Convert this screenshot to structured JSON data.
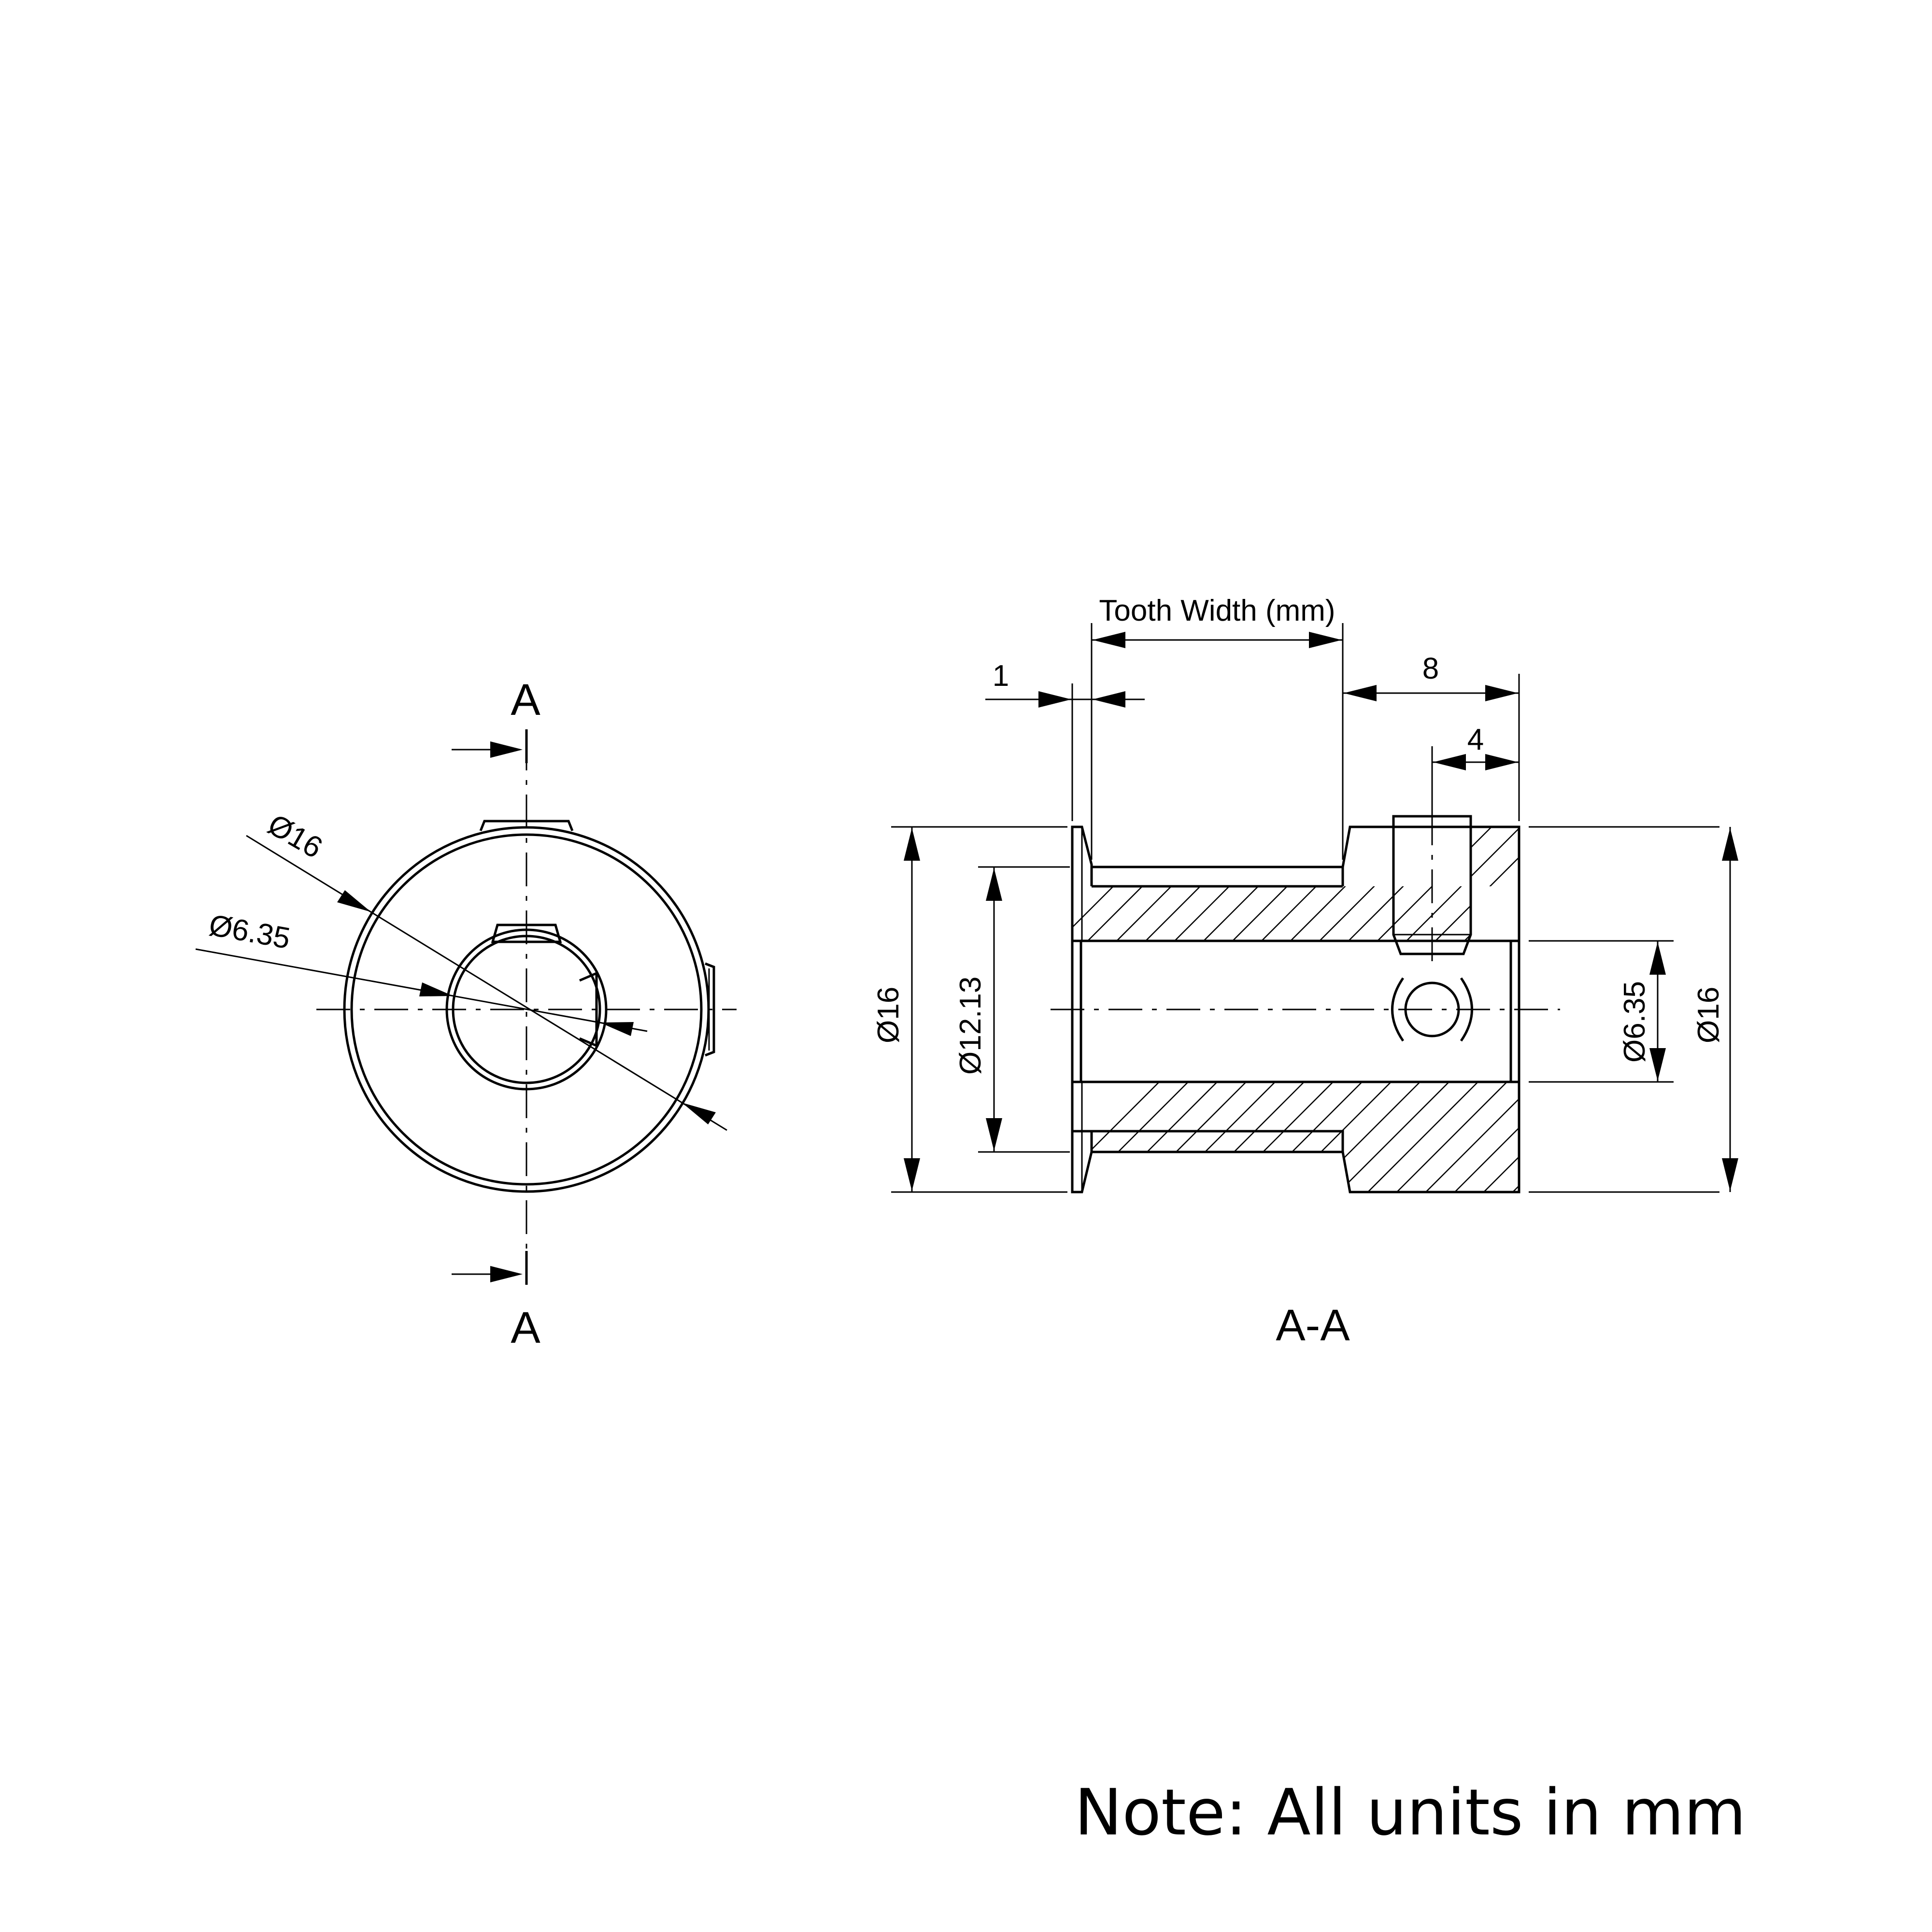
{
  "section_marker": "A",
  "section_title": "A-A",
  "front_view": {
    "outer_diameter": "Ø16",
    "bore_diameter": "Ø6.35"
  },
  "section_view": {
    "tooth_width": "Tooth Width (mm)",
    "flange_thickness": "1",
    "hub_length": "8",
    "set_screw_offset": "4",
    "outer_diameter_left": "Ø16",
    "tooth_diameter": "Ø12.13",
    "bore_diameter": "Ø6.35",
    "outer_diameter_right": "Ø16"
  },
  "note": "Note: All units in mm"
}
